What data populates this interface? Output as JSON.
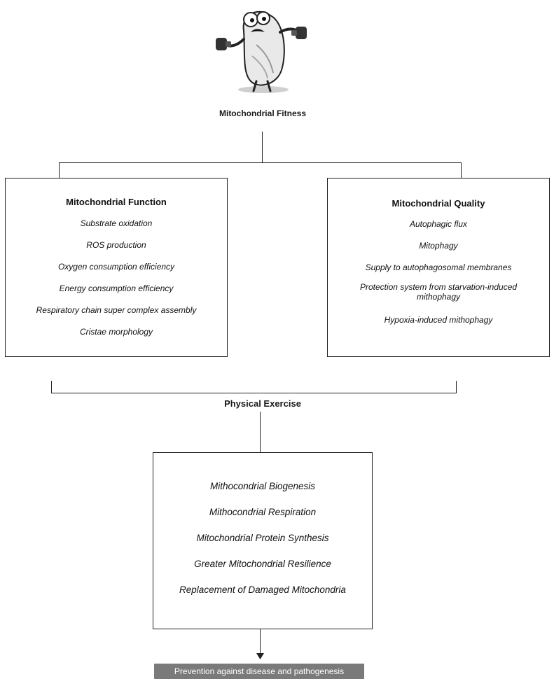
{
  "diagram": {
    "root_title": "Mitochondrial Fitness",
    "function_box": {
      "title": "Mitochondrial Function",
      "items": [
        "Substrate oxidation",
        "ROS production",
        "Oxygen consumption efficiency",
        "Energy consumption efficiency",
        "Respiratory chain super complex assembly",
        "Cristae morphology"
      ]
    },
    "quality_box": {
      "title": "Mitochondrial Quality",
      "items": [
        "Autophagic flux",
        "Mitophagy",
        "Supply to autophagosomal membranes",
        "Protection system from starvation-induced mithophagy",
        "Hypoxia-induced mithophagy"
      ]
    },
    "exercise_label": "Physical Exercise",
    "outcome_box": {
      "items": [
        "Mithocondrial Biogenesis",
        "Mithocondrial Respiration",
        "Mitochondrial Protein Synthesis",
        "Greater Mitochondrial Resilience",
        "Replacement of Damaged Mitochondria"
      ]
    },
    "result": "Prevention against disease and pathogenesis"
  }
}
